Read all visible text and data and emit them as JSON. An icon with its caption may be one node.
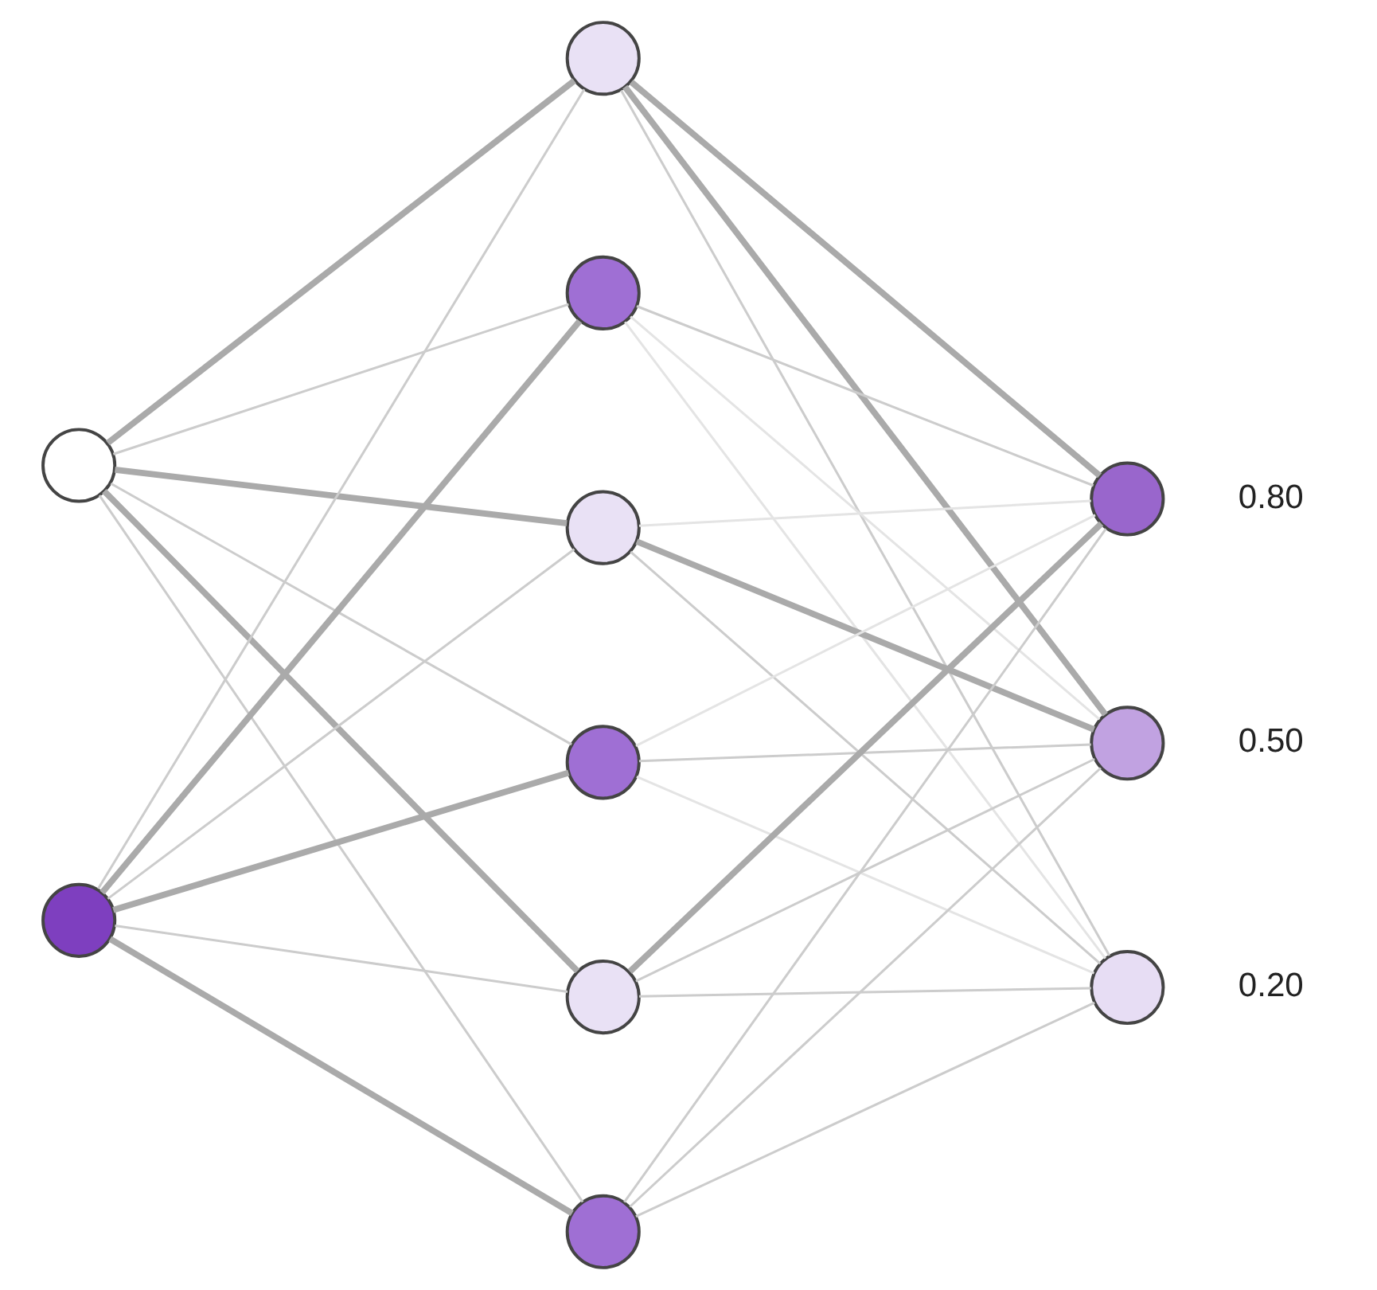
{
  "diagram": {
    "nodes": [
      {
        "text": [],
        "shape": "circle"
      },
      {
        "text": [],
        "shape": "circle"
      },
      {
        "text": [],
        "shape": "circle"
      },
      {
        "text": [],
        "shape": "circle"
      },
      {
        "text": [],
        "shape": "circle"
      },
      {
        "text": [],
        "shape": "circle"
      },
      {
        "text": [],
        "shape": "circle"
      },
      {
        "text": [],
        "shape": "circle"
      },
      {
        "text": [],
        "shape": "circle",
        "beside": [
          "0.80"
        ]
      },
      {
        "text": [],
        "shape": "circle",
        "beside": [
          "0.50"
        ]
      },
      {
        "text": [],
        "shape": "circle",
        "beside": [
          "0.20"
        ]
      }
    ],
    "edges": [
      {
        "from": 0,
        "to": 2,
        "arrow": "none",
        "style": "thick",
        "color": "#aaaaaa"
      },
      {
        "from": 0,
        "to": 3,
        "arrow": "none"
      },
      {
        "from": 0,
        "to": 4,
        "arrow": "none",
        "style": "thick",
        "color": "#aaaaaa"
      },
      {
        "from": 0,
        "to": 5,
        "arrow": "none"
      },
      {
        "from": 0,
        "to": 6,
        "arrow": "none",
        "style": "thick",
        "color": "#aaaaaa"
      },
      {
        "from": 0,
        "to": 7,
        "arrow": "none"
      },
      {
        "from": 1,
        "to": 2,
        "arrow": "none"
      },
      {
        "from": 1,
        "to": 3,
        "arrow": "none",
        "style": "thick",
        "color": "#aaaaaa"
      },
      {
        "from": 1,
        "to": 4,
        "arrow": "none"
      },
      {
        "from": 1,
        "to": 5,
        "arrow": "none",
        "style": "thick",
        "color": "#aaaaaa"
      },
      {
        "from": 1,
        "to": 6,
        "arrow": "none"
      },
      {
        "from": 1,
        "to": 7,
        "arrow": "none",
        "style": "thick",
        "color": "#aaaaaa"
      },
      {
        "from": 2,
        "to": 8,
        "arrow": "none",
        "style": "thick",
        "color": "#aaaaaa"
      },
      {
        "from": 2,
        "to": 9,
        "arrow": "none",
        "style": "thick",
        "color": "#aaaaaa"
      },
      {
        "from": 2,
        "to": 10,
        "arrow": "none"
      },
      {
        "from": 3,
        "to": 8,
        "arrow": "none"
      },
      {
        "from": 3,
        "to": 9,
        "arrow": "none",
        "color": "#e4e4e4"
      },
      {
        "from": 3,
        "to": 10,
        "arrow": "none",
        "color": "#e4e4e4"
      },
      {
        "from": 4,
        "to": 8,
        "arrow": "none",
        "color": "#e4e4e4"
      },
      {
        "from": 4,
        "to": 9,
        "arrow": "none",
        "style": "thick",
        "color": "#aaaaaa"
      },
      {
        "from": 4,
        "to": 10,
        "arrow": "none"
      },
      {
        "from": 5,
        "to": 8,
        "arrow": "none",
        "color": "#e4e4e4"
      },
      {
        "from": 5,
        "to": 9,
        "arrow": "none"
      },
      {
        "from": 5,
        "to": 10,
        "arrow": "none",
        "color": "#e4e4e4"
      },
      {
        "from": 6,
        "to": 8,
        "arrow": "none",
        "style": "thick",
        "color": "#aaaaaa"
      },
      {
        "from": 6,
        "to": 9,
        "arrow": "none"
      },
      {
        "from": 6,
        "to": 10,
        "arrow": "none"
      },
      {
        "from": 7,
        "to": 8,
        "arrow": "none"
      },
      {
        "from": 7,
        "to": 9,
        "arrow": "none"
      },
      {
        "from": 7,
        "to": 10,
        "arrow": "none"
      }
    ]
  }
}
